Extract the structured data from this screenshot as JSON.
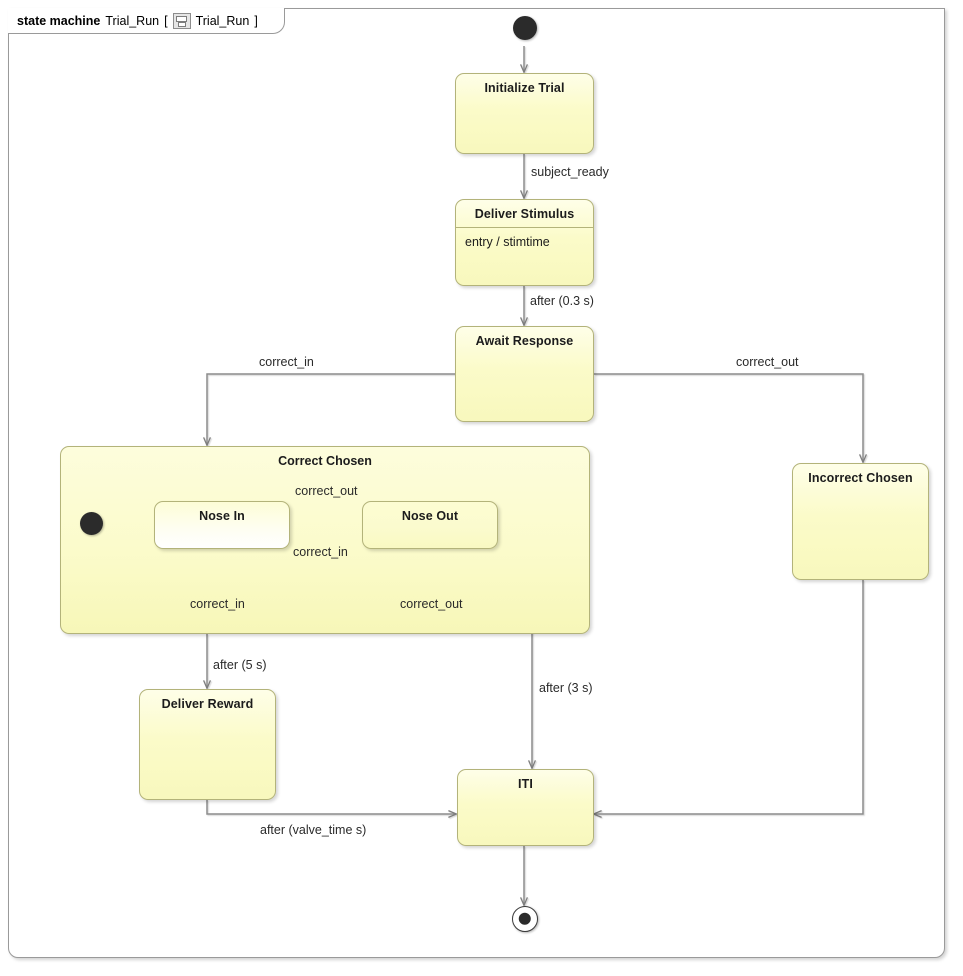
{
  "frame": {
    "keyword": "state machine",
    "name": "Trial_Run",
    "bracket_open": "[",
    "icon": "state-machine-icon",
    "context_name": "Trial_Run",
    "bracket_close": "]",
    "border_color": "#9a9a9a"
  },
  "colors": {
    "state_fill": "#fbfbc9",
    "state_border": "#b3b37a",
    "composite_fill": "#fbfbcb",
    "substate_fill": "#fefef0",
    "connector": "#8c8c8c",
    "node_fill": "#2b2b2b",
    "text": "#1c1c1c",
    "canvas": "#ffffff"
  },
  "states": {
    "initialize_trial": {
      "name": "Initialize Trial"
    },
    "deliver_stimulus": {
      "name": "Deliver Stimulus",
      "entry_behavior": "entry / stimtime"
    },
    "await_response": {
      "name": "Await Response"
    },
    "correct_chosen": {
      "name": "Correct Chosen"
    },
    "incorrect_chosen": {
      "name": "Incorrect Chosen"
    },
    "nose_in": {
      "name": "Nose In"
    },
    "nose_out": {
      "name": "Nose Out"
    },
    "deliver_reward": {
      "name": "Deliver Reward"
    },
    "iti": {
      "name": "ITI"
    }
  },
  "pseudostates": {
    "top_initial": "initial-node",
    "region_initial": "initial-node",
    "final": "final-node"
  },
  "transitions": {
    "init_to_stimulus": "subject_ready",
    "stimulus_to_await": "after (0.3 s)",
    "await_to_correct": "correct_in",
    "await_to_incorrect": "correct_out",
    "nosein_to_noseout": "correct_out",
    "noseout_to_nosein": "correct_in",
    "nosein_self": "correct_in",
    "noseout_self": "correct_out",
    "correct_to_reward": "after (5 s)",
    "noseout_to_iti": "after (3 s)",
    "reward_to_iti": "after (valve_time s)"
  }
}
